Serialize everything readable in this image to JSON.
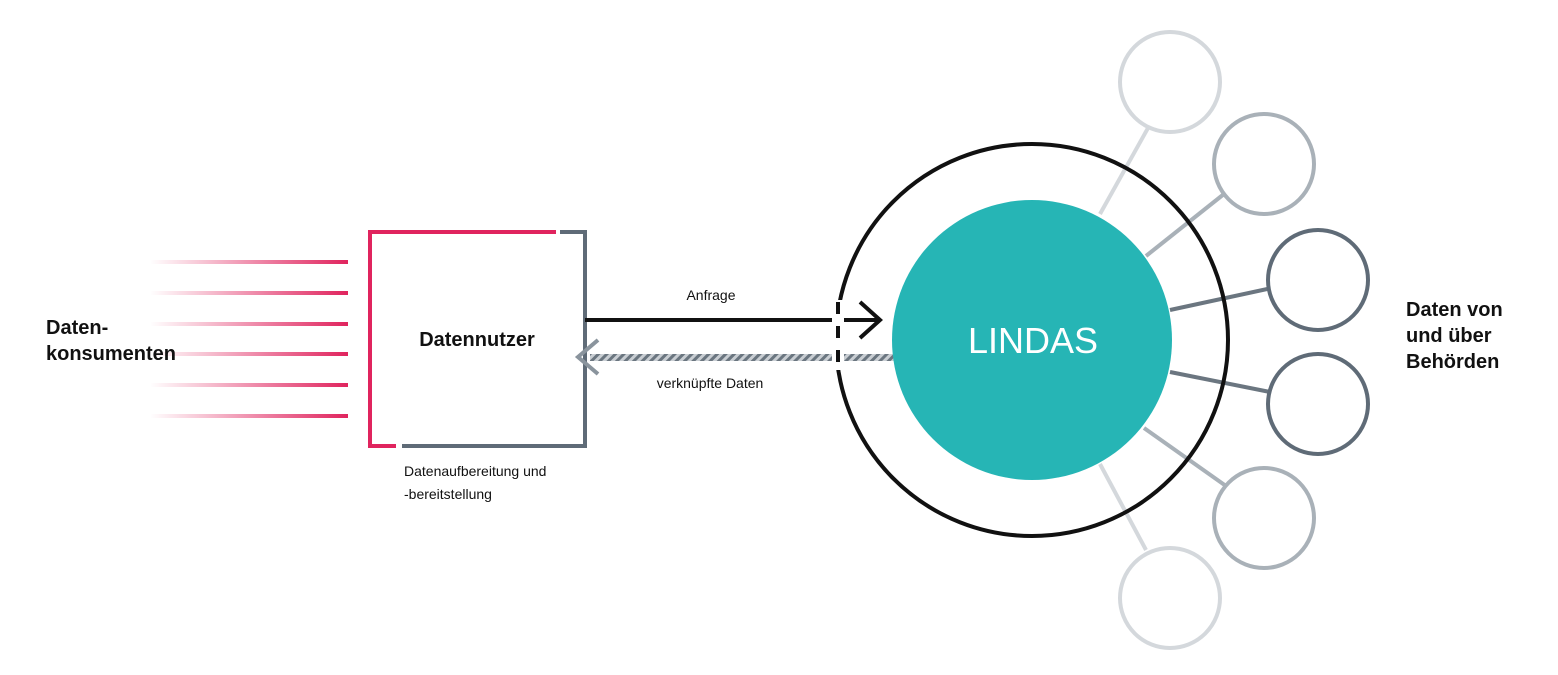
{
  "consumers": {
    "label_line1": "Daten-",
    "label_line2": "konsumenten"
  },
  "user_box": {
    "label": "Datennutzer",
    "caption_line1": "Datenaufbereitung und",
    "caption_line2": "-bereitstellung"
  },
  "arrows": {
    "request_label": "Anfrage",
    "response_label": "verknüpfte Daten"
  },
  "hub": {
    "label": "LINDAS"
  },
  "authorities": {
    "label_line1": "Daten von",
    "label_line2": "und über",
    "label_line3": "Behörden"
  },
  "colors": {
    "accent_red": "#e0245e",
    "slate": "#5f6b77",
    "teal": "#26b5b5",
    "black": "#111111"
  }
}
